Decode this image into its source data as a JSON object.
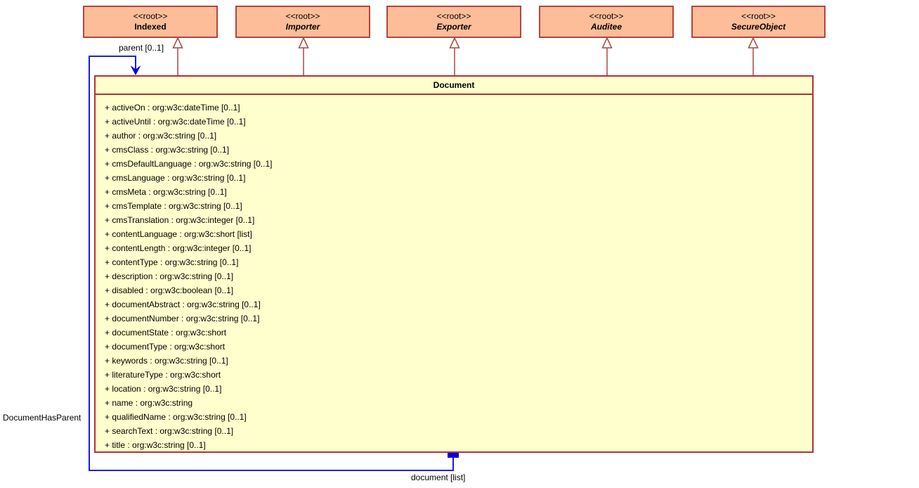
{
  "colors": {
    "parent_fill": "#FDBD98",
    "parent_border": "#B4453C",
    "class_fill": "#FFFFCD",
    "class_border": "#B03331",
    "generalization_line": "#A84744",
    "association_line": "#0000E0",
    "text": "#000000",
    "background": "#FFFFFF"
  },
  "parents": [
    {
      "stereotype": "<<root>>",
      "name": "Indexed"
    },
    {
      "stereotype": "<<root>>",
      "name": "Importer"
    },
    {
      "stereotype": "<<root>>",
      "name": "Exporter"
    },
    {
      "stereotype": "<<root>>",
      "name": "Auditee"
    },
    {
      "stereotype": "<<root>>",
      "name": "SecureObject"
    }
  ],
  "document_class": {
    "name": "Document",
    "attributes": [
      "+ activeOn : org:w3c:dateTime [0..1]",
      "+ activeUntil : org:w3c:dateTime [0..1]",
      "+ author : org:w3c:string [0..1]",
      "+ cmsClass : org:w3c:string [0..1]",
      "+ cmsDefaultLanguage : org:w3c:string [0..1]",
      "+ cmsLanguage : org:w3c:string [0..1]",
      "+ cmsMeta : org:w3c:string [0..1]",
      "+ cmsTemplate : org:w3c:string [0..1]",
      "+ cmsTranslation : org:w3c:integer [0..1]",
      "+ contentLanguage : org:w3c:short [list]",
      "+ contentLength : org:w3c:integer [0..1]",
      "+ contentType : org:w3c:string [0..1]",
      "+ description : org:w3c:string [0..1]",
      "+ disabled : org:w3c:boolean [0..1]",
      "+ documentAbstract : org:w3c:string [0..1]",
      "+ documentNumber : org:w3c:string [0..1]",
      "+ documentState : org:w3c:short",
      "+ documentType : org:w3c:short",
      "+ keywords : org:w3c:string [0..1]",
      "+ literatureType : org:w3c:short",
      "+ location : org:w3c:string [0..1]",
      "+ name : org:w3c:string",
      "+ qualifiedName : org:w3c:string [0..1]",
      "+ searchText : org:w3c:string [0..1]",
      "+ title : org:w3c:string [0..1]"
    ]
  },
  "labels": {
    "parent_multiplicity": "parent [0..1]",
    "association_name": "DocumentHasParent",
    "document_multiplicity": "document [list]"
  }
}
